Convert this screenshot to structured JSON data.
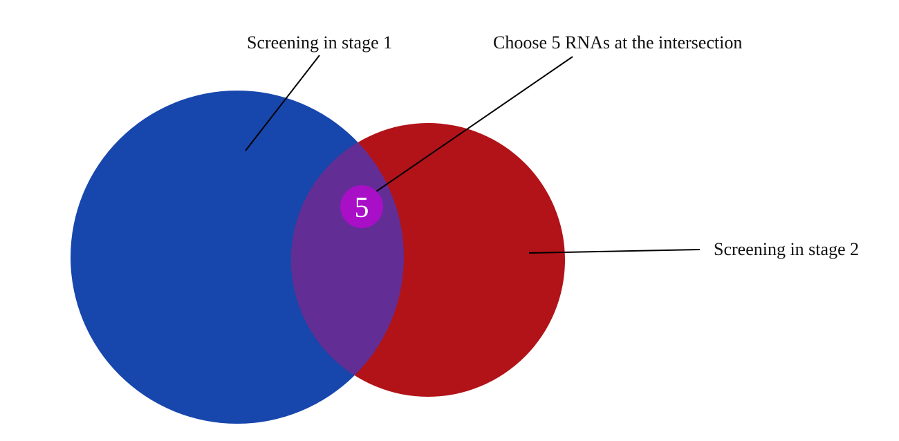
{
  "diagram": {
    "type": "venn",
    "sets": [
      {
        "label": "Screening in stage 1",
        "color": "#1747ad"
      },
      {
        "label": "Screening in stage 2",
        "color": "#b11318"
      }
    ],
    "intersection": {
      "label": "Choose 5 RNAs at the intersection",
      "count": "5",
      "overlap_color": "#622e95",
      "marker_color": "#a80fc7"
    },
    "line_color": "#000000"
  }
}
